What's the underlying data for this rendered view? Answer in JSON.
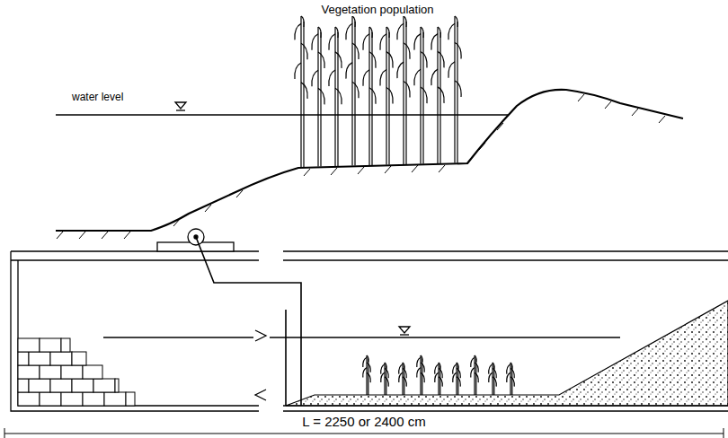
{
  "diagram": {
    "labels": [
      "Vegetation population",
      "water level",
      "L = 2250 or 2400 cm"
    ]
  }
}
